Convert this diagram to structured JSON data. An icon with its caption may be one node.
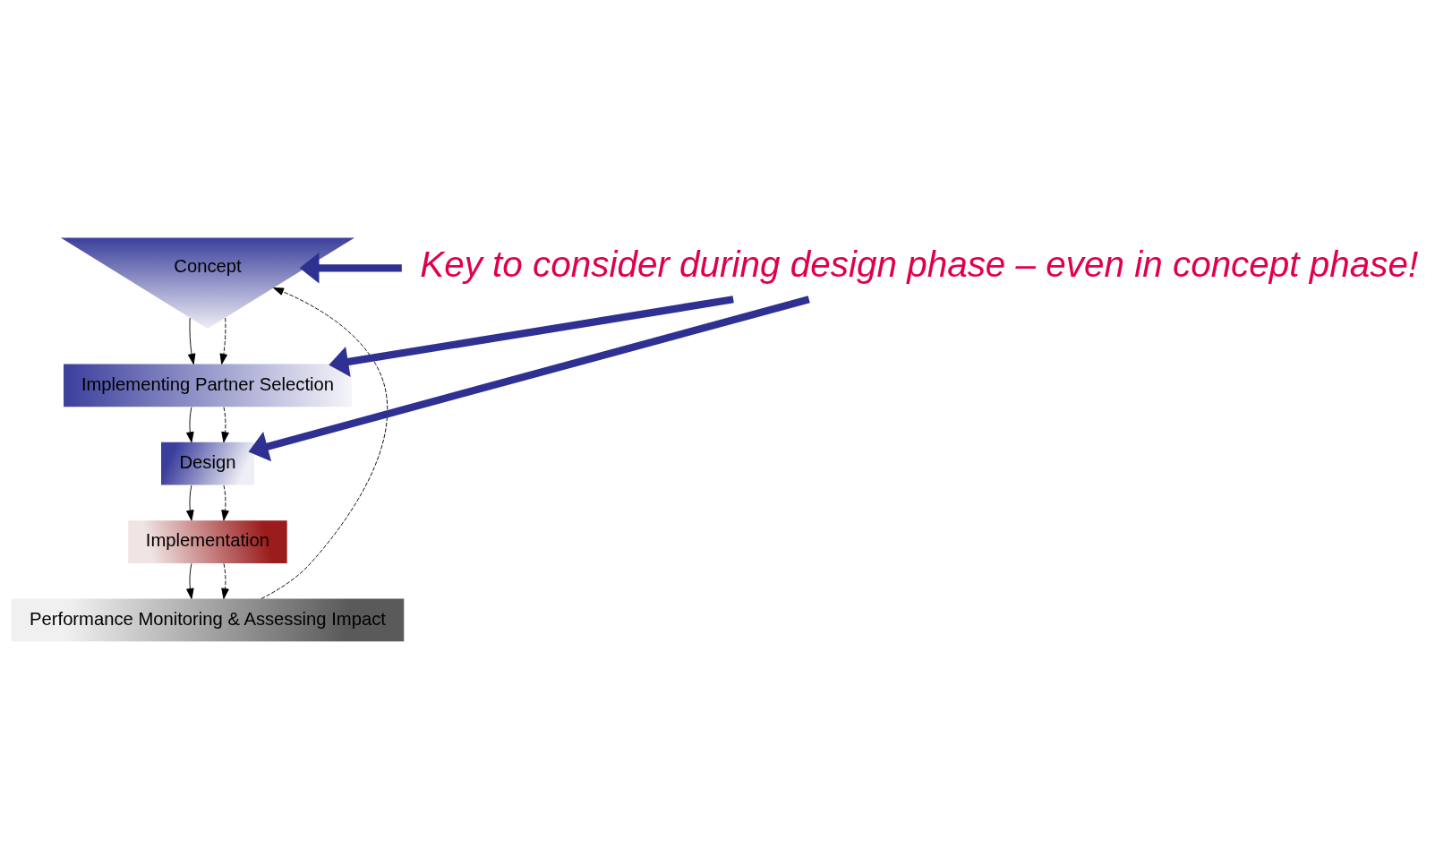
{
  "diagram": {
    "nodes": [
      {
        "text": [
          "Concept"
        ]
      },
      {
        "text": [
          "Implementing Partner Selection"
        ]
      },
      {
        "text": [
          "Design"
        ]
      },
      {
        "text": [
          "Implementation"
        ]
      },
      {
        "text": [
          "Performance Monitoring & Assessing Impact"
        ]
      },
      {
        "text": [
          "Key to consider during design phase – even in concept phase!"
        ]
      }
    ],
    "edges": [
      {
        "from": 0,
        "to": 1,
        "arrow": "to"
      },
      {
        "from": 1,
        "to": 2,
        "arrow": "to"
      },
      {
        "from": 2,
        "to": 3,
        "arrow": "to"
      },
      {
        "from": 3,
        "to": 4,
        "arrow": "to"
      },
      {
        "from": 4,
        "to": 0,
        "arrow": "to",
        "style": "dashed"
      },
      {
        "from": 0,
        "to": 1,
        "arrow": "to",
        "style": "dashed"
      },
      {
        "from": 1,
        "to": 2,
        "arrow": "to",
        "style": "dashed"
      },
      {
        "from": 2,
        "to": 3,
        "arrow": "to",
        "style": "dashed"
      },
      {
        "from": 3,
        "to": 4,
        "arrow": "to",
        "style": "dashed"
      },
      {
        "from": 5,
        "to": 0,
        "arrow": "to",
        "style": "thick",
        "color": "#2e3192"
      },
      {
        "from": 5,
        "to": 1,
        "arrow": "to",
        "style": "thick",
        "color": "#2e3192"
      },
      {
        "from": 5,
        "to": 2,
        "arrow": "to",
        "style": "thick",
        "color": "#2e3192"
      }
    ]
  }
}
